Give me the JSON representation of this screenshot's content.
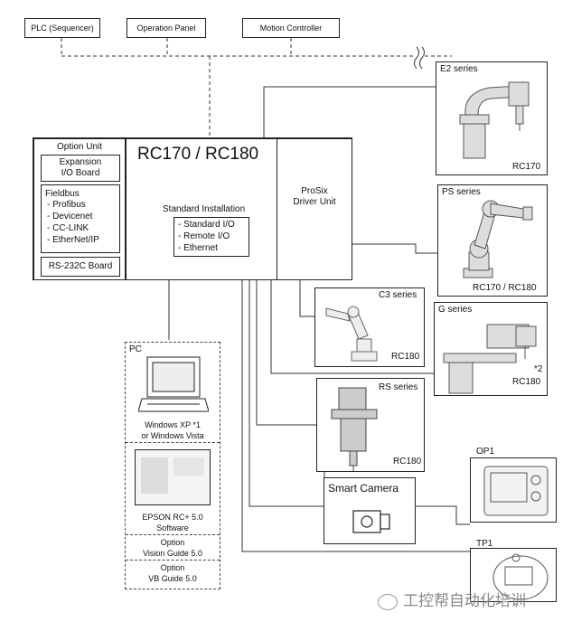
{
  "top_devices": [
    "PLC (Sequencer)",
    "Operation Panel",
    "Motion Controller"
  ],
  "controller": {
    "title": "RC170 / RC180",
    "option_unit_label": "Option Unit",
    "expansion_io": [
      "Expansion",
      "I/O Board"
    ],
    "fieldbus_title": "Fieldbus",
    "fieldbus_items": [
      "- Profibus",
      "- Devicenet",
      "- CC-LINK",
      "- EtherNet/IP"
    ],
    "rs232c": "RS-232C Board",
    "standard_title": "Standard Installation",
    "standard_items": [
      "- Standard I/O",
      "- Remote I/O",
      "- Ethernet"
    ],
    "prosix": [
      "ProSix",
      "Driver Unit"
    ]
  },
  "robots": {
    "e2": {
      "name": "E2 series",
      "controller": "RC170"
    },
    "ps": {
      "name": "PS series",
      "controller": "RC170 / RC180"
    },
    "c3": {
      "name": "C3 series",
      "controller": "RC180"
    },
    "g": {
      "name": "G series",
      "note": "*2",
      "controller": "RC180"
    },
    "rs": {
      "name": "RS series",
      "controller": "RC180"
    }
  },
  "pc": {
    "label": "PC",
    "os": [
      "Windows XP *1",
      "or Windows Vista"
    ],
    "software": [
      "EPSON RC+ 5.0",
      "Software"
    ],
    "option1": [
      "Option",
      "Vision Guide 5.0"
    ],
    "option2": [
      "Option",
      "VB Guide 5.0"
    ]
  },
  "smart_camera": "Smart Camera",
  "op1": "OP1",
  "tp1": "TP1",
  "watermark": "工控帮自动化培训"
}
